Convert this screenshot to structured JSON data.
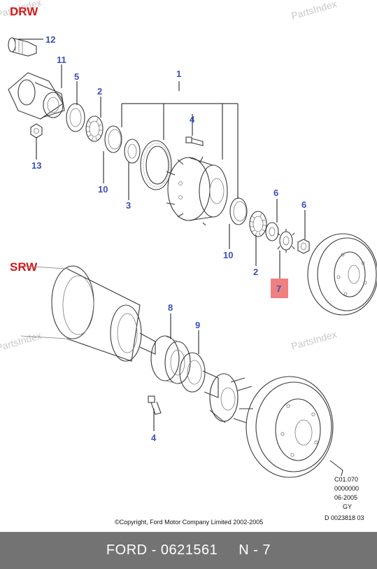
{
  "watermark": "PartsIndex",
  "sections": {
    "drw": "DRW",
    "srw": "SRW"
  },
  "callouts": {
    "c1": "1",
    "c2a": "2",
    "c2b": "2",
    "c3": "3",
    "c4a": "4",
    "c4b": "4",
    "c5": "5",
    "c6a": "6",
    "c6b": "6",
    "c7": "7",
    "c8": "8",
    "c9": "9",
    "c10a": "10",
    "c10b": "10",
    "c11": "11",
    "c12": "12",
    "c13": "13"
  },
  "highlight_color": "#f08080",
  "info_block": [
    "C01.070",
    "0000000",
    "06-2005",
    "GY",
    "D 0023818 03"
  ],
  "copyright": "©Copyright, Ford Motor Company Limited 2002-2005",
  "footer": {
    "part": "FORD - 0621561",
    "ref": "N - 7"
  }
}
